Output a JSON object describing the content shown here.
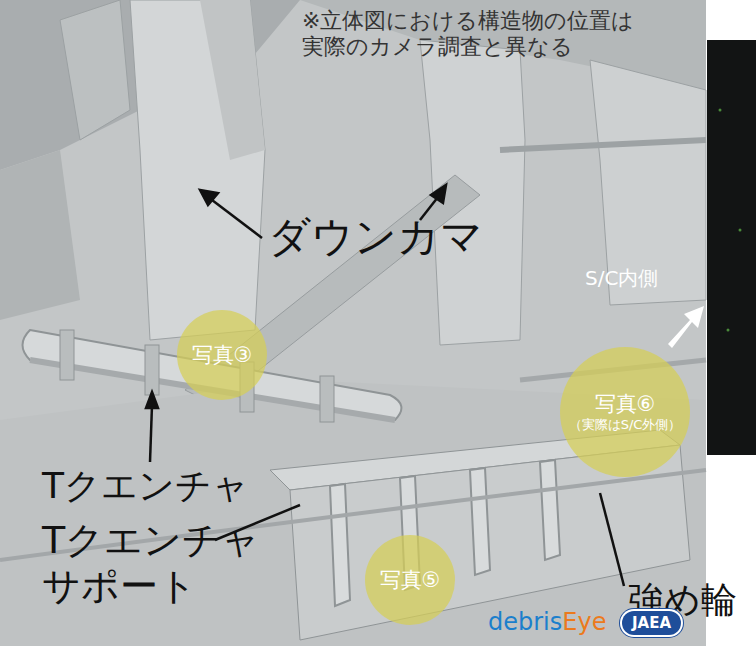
{
  "diagram": {
    "nodes": [
      {
        "text": [
          "写真③"
        ]
      },
      {
        "text": [
          "写真⑥",
          "（実際はS/C外側）"
        ]
      },
      {
        "text": [
          "写真⑤"
        ]
      }
    ],
    "labels": [
      "※立体図における構造物の位置は 実際のカメラ調査と異なる",
      "ダウンカマ",
      "S/C内側",
      "強め輪",
      "Tクエンチャ",
      "Tクエンチャ サポート",
      "debris",
      "Eye",
      "JAEA"
    ]
  }
}
